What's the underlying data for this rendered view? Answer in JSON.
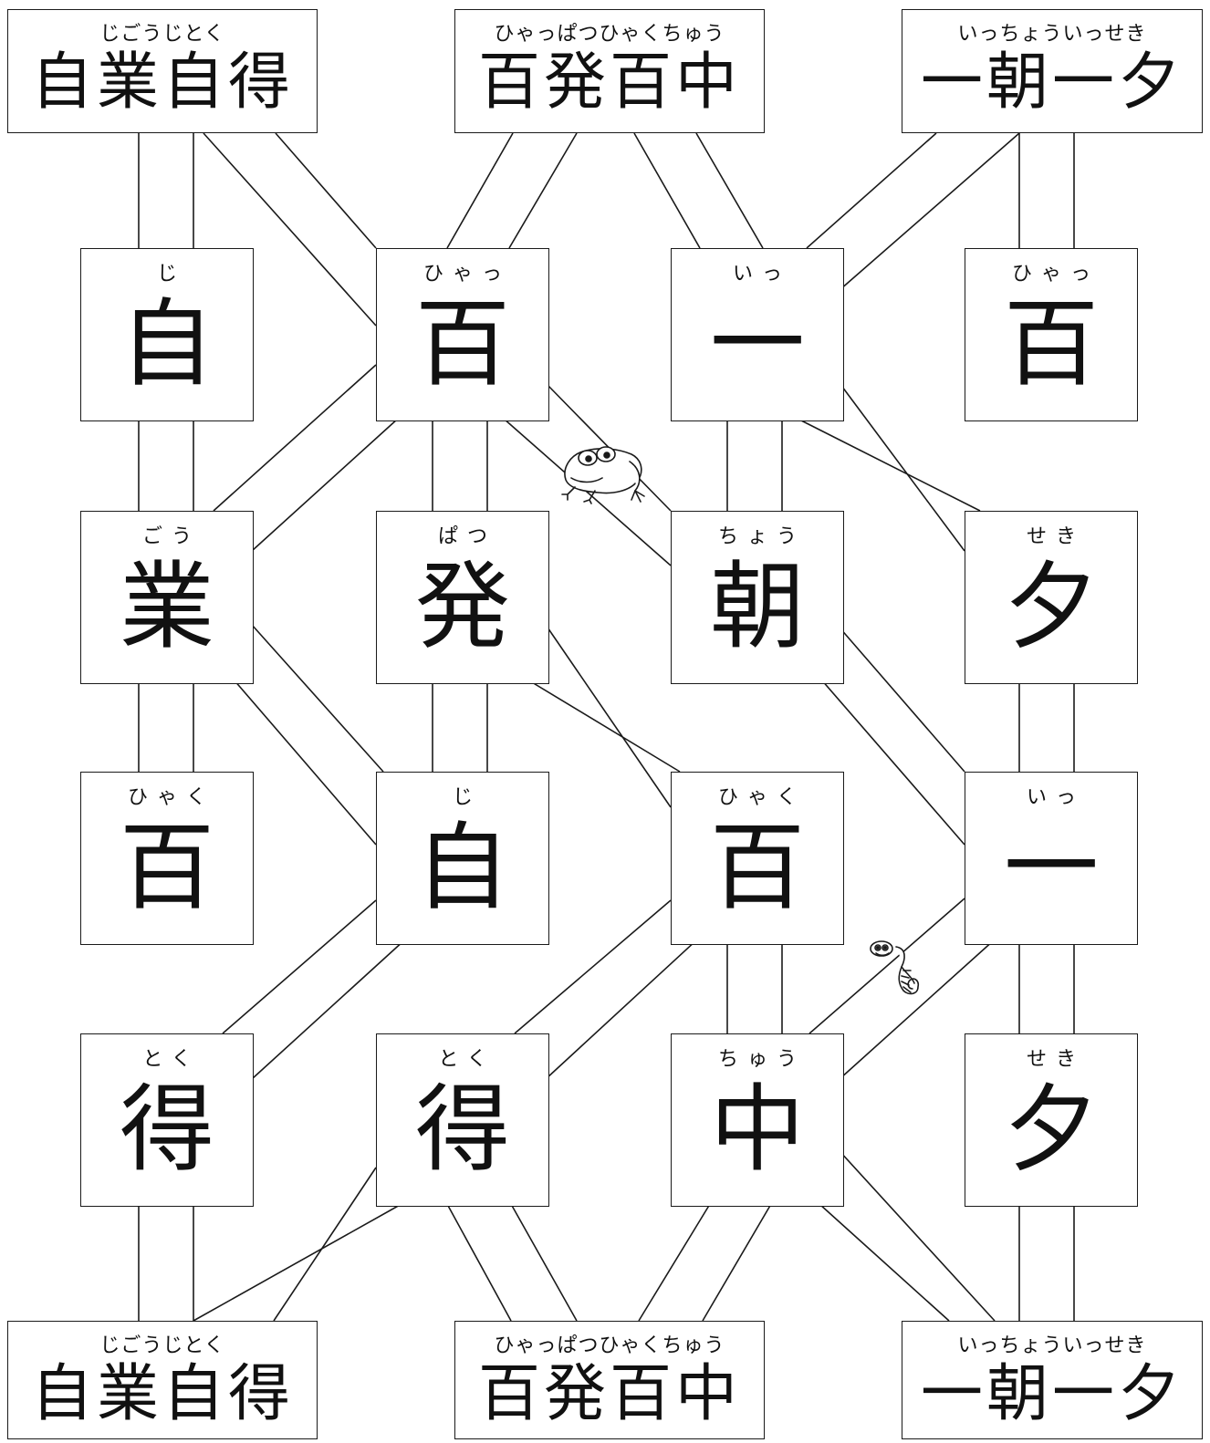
{
  "goals_top": [
    {
      "ruby": "じごうじとく",
      "idiom": "自業自得"
    },
    {
      "ruby": "ひゃっぱつひゃくちゅう",
      "idiom": "百発百中"
    },
    {
      "ruby": "いっちょういっせき",
      "idiom": "一朝一夕"
    }
  ],
  "goals_bottom": [
    {
      "ruby": "じごうじとく",
      "idiom": "自業自得"
    },
    {
      "ruby": "ひゃっぱつひゃくちゅう",
      "idiom": "百発百中"
    },
    {
      "ruby": "いっちょういっせき",
      "idiom": "一朝一夕"
    }
  ],
  "grid": [
    [
      {
        "ruby": "じ",
        "kanji": "自"
      },
      {
        "ruby": "ひゃっ",
        "kanji": "百"
      },
      {
        "ruby": "いっ",
        "kanji": "一"
      },
      {
        "ruby": "ひゃっ",
        "kanji": "百"
      }
    ],
    [
      {
        "ruby": "ごう",
        "kanji": "業"
      },
      {
        "ruby": "ぱつ",
        "kanji": "発"
      },
      {
        "ruby": "ちょう",
        "kanji": "朝"
      },
      {
        "ruby": "せき",
        "kanji": "夕"
      }
    ],
    [
      {
        "ruby": "ひゃく",
        "kanji": "百"
      },
      {
        "ruby": "じ",
        "kanji": "自"
      },
      {
        "ruby": "ひゃく",
        "kanji": "百"
      },
      {
        "ruby": "いっ",
        "kanji": "一"
      }
    ],
    [
      {
        "ruby": "とく",
        "kanji": "得"
      },
      {
        "ruby": "とく",
        "kanji": "得"
      },
      {
        "ruby": "ちゅう",
        "kanji": "中"
      },
      {
        "ruby": "せき",
        "kanji": "夕"
      }
    ]
  ],
  "icons": {
    "frog": "frog-icon",
    "worm": "worm-icon"
  }
}
